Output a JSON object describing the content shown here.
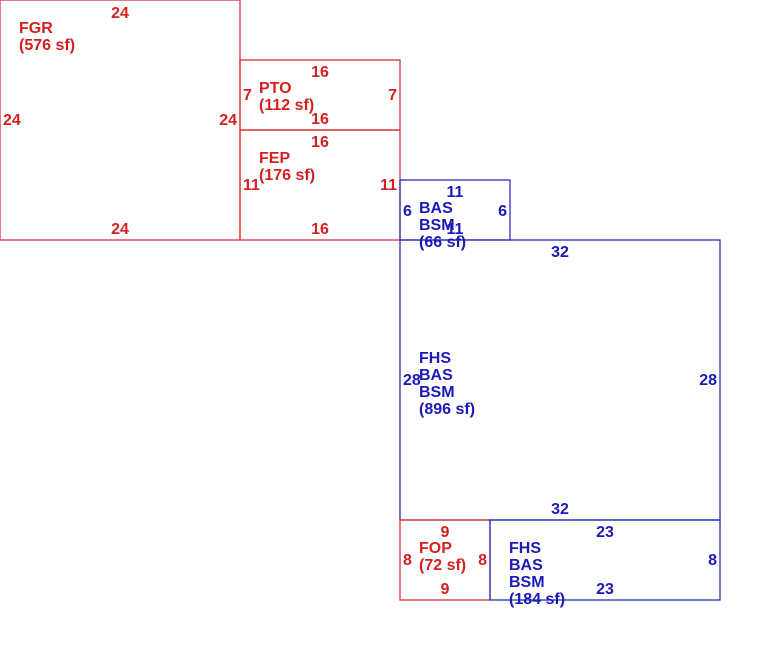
{
  "colors": {
    "red": "#d42020",
    "blue": "#1a1ab8"
  },
  "areas": [
    {
      "id": "fgr",
      "color": "red",
      "label_lines": [
        "FGR",
        "(576 sf)"
      ],
      "dims": {
        "top": "24",
        "bottom": "24",
        "left": "24",
        "right": "24"
      }
    },
    {
      "id": "pto",
      "color": "red",
      "label_lines": [
        "PTO",
        "(112 sf)"
      ],
      "dims": {
        "top": "16",
        "bottom": "16",
        "left": "7",
        "right": "7"
      }
    },
    {
      "id": "fep",
      "color": "red",
      "label_lines": [
        "FEP",
        "(176 sf)"
      ],
      "dims": {
        "top": "16",
        "bottom": "16",
        "left": "11",
        "right": "11"
      }
    },
    {
      "id": "bas-small",
      "color": "blue",
      "label_lines": [
        "BAS",
        "BSM",
        "(66 sf)"
      ],
      "dims": {
        "top": "11",
        "bottom": "11",
        "left": "6",
        "right": "6"
      }
    },
    {
      "id": "fhs-main",
      "color": "blue",
      "label_lines": [
        "FHS",
        "BAS",
        "BSM",
        "(896 sf)"
      ],
      "dims": {
        "top": "32",
        "bottom": "32",
        "left": "28",
        "right": "28"
      }
    },
    {
      "id": "fop",
      "color": "red",
      "label_lines": [
        "FOP",
        "(72 sf)"
      ],
      "dims": {
        "top": "9",
        "bottom": "9",
        "left": "8",
        "right": "8"
      }
    },
    {
      "id": "fhs-bottom",
      "color": "blue",
      "label_lines": [
        "FHS",
        "BAS",
        "BSM",
        "(184 sf)"
      ],
      "dims": {
        "top": "23",
        "bottom": "23",
        "left": "",
        "right": "8"
      }
    }
  ]
}
